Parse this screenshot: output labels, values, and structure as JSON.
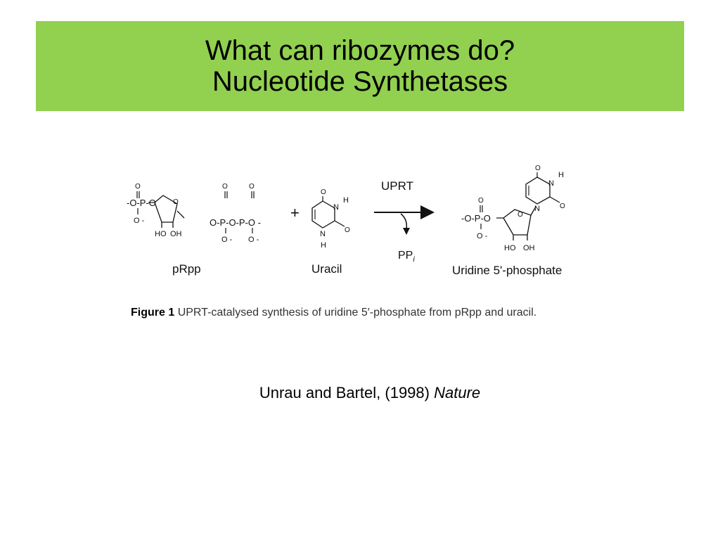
{
  "slide": {
    "title_line1": "What can ribozymes do?",
    "title_line2": "Nucleotide Synthetases",
    "accent_color": "#92d050"
  },
  "figure": {
    "reactant1": {
      "name": "pRpp",
      "phosphate_left": "-O-P-O",
      "phosphate_chain": "O-P-O-P-O -",
      "oxo": "O",
      "o_minus": "O -",
      "ho": "HO",
      "oh": "OH"
    },
    "plus": "+",
    "reactant2": {
      "name": "Uracil",
      "o": "O",
      "n": "N",
      "h": "H"
    },
    "enzyme": "UPRT",
    "byproduct": "PP",
    "byproduct_sub": "i",
    "product": {
      "name": "Uridine 5'-phosphate",
      "phosphate_left": "-O-P-O",
      "ho": "HO",
      "oh": "OH"
    },
    "caption_label": "Figure 1",
    "caption_text": "UPRT-catalysed synthesis of uridine 5′-phosphate from pRpp and uracil."
  },
  "citation": {
    "authors": "Unrau and Bartel, (1998)",
    "journal": "Nature"
  }
}
